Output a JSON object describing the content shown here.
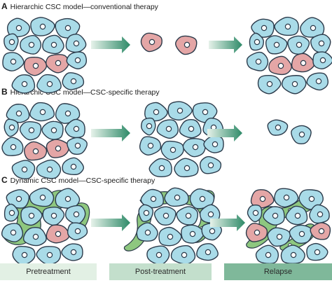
{
  "panels": [
    {
      "letter": "A",
      "title": "Hierarchic CSC model—conventional therapy"
    },
    {
      "letter": "B",
      "title": "Hierarchic CSC model—CSC-specific therapy"
    },
    {
      "letter": "C",
      "title": "Dynamic CSC model—CSC-specific therapy"
    }
  ],
  "stages": [
    "Pretreatment",
    "Post-treatment",
    "Relapse"
  ],
  "colors": {
    "normal_cell": "#a9dbe8",
    "csc_cell": "#e4a6a6",
    "niche": "#8ec77f",
    "arrow": "#2e8a68",
    "stage_1": "#e2f0e4",
    "stage_2": "#c3dfcc",
    "stage_3": "#7fb89a"
  }
}
